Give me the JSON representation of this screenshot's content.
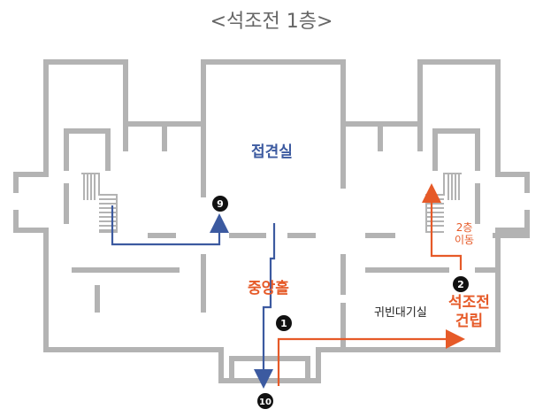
{
  "title": "<석조전 1층>",
  "rooms": {
    "reception_hall": "접견실",
    "central_hall": "중앙홀",
    "vip_waiting_room": "귀빈대기실"
  },
  "annotations": {
    "to_second_floor_line1": "2층",
    "to_second_floor_line2": "이동",
    "building_label_line1": "석조전",
    "building_label_line2": "건립"
  },
  "markers": {
    "m1": "1",
    "m2": "2",
    "m9": "9",
    "m10": "10"
  },
  "colors": {
    "wall": "#b3b3b3",
    "blue_route": "#3c5aa0",
    "orange_route": "#e65a28",
    "marker_fill": "#111111",
    "title_text": "#666666"
  }
}
